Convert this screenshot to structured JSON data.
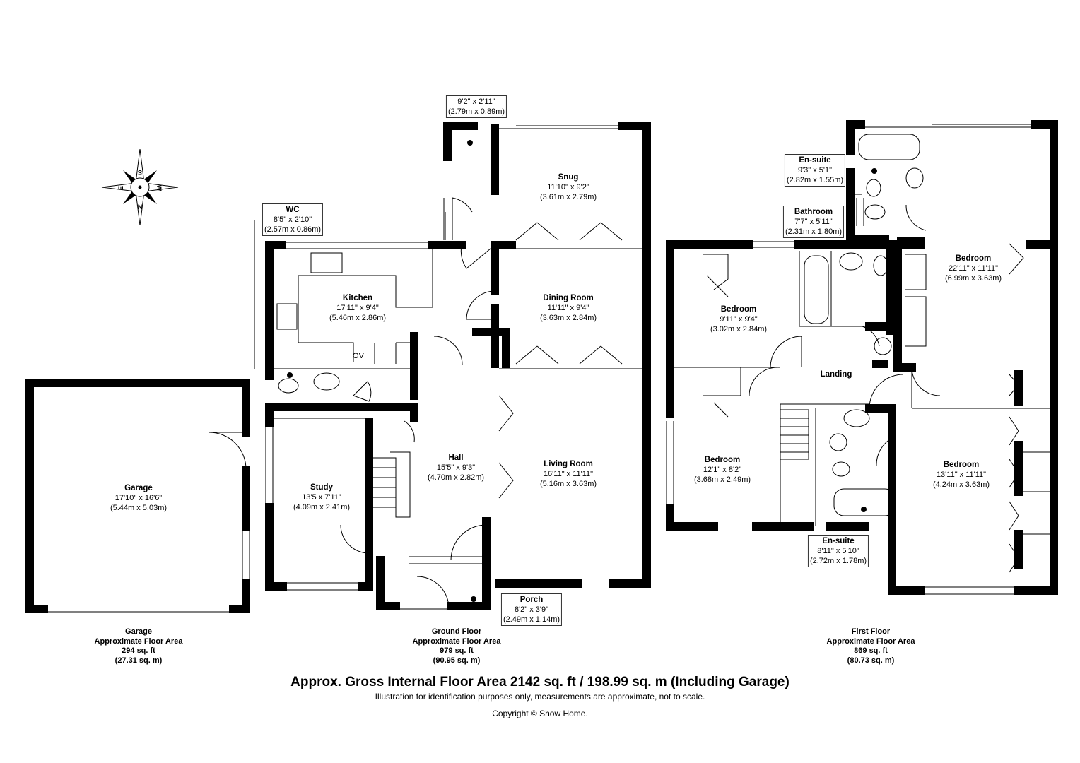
{
  "rooms": {
    "snug": {
      "name": "Snug",
      "dims": "11'10\" x 9'2\"",
      "metric": "(3.61m x 2.79m)"
    },
    "dining": {
      "name": "Dining Room",
      "dims": "11'11\" x 9'4\"",
      "metric": "(3.63m x 2.84m)"
    },
    "kitchen": {
      "name": "Kitchen",
      "dims": "17'11\" x 9'4\"",
      "metric": "(5.46m x 2.86m)"
    },
    "hall": {
      "name": "Hall",
      "dims": "15'5\" x 9'3\"",
      "metric": "(4.70m x 2.82m)"
    },
    "living": {
      "name": "Living Room",
      "dims": "16'11\" x 11'11\"",
      "metric": "(5.16m x 3.63m)"
    },
    "study": {
      "name": "Study",
      "dims": "13'5 x 7'11\"",
      "metric": "(4.09m x 2.41m)"
    },
    "garage": {
      "name": "Garage",
      "dims": "17'10\" x 16'6\"",
      "metric": "(5.44m x 5.03m)"
    },
    "wc": {
      "name": "WC",
      "dims": "8'5\" x 2'10\"",
      "metric": "(2.57m x 0.86m)"
    },
    "cupboard": {
      "dims": "9'2\" x 2'11\"",
      "metric": "(2.79m x 0.89m)"
    },
    "porch": {
      "name": "Porch",
      "dims": "8'2\" x 3'9\"",
      "metric": "(2.49m x 1.14m)"
    },
    "ensuite1": {
      "name": "En-suite",
      "dims": "9'3\" x 5'1\"",
      "metric": "(2.82m x 1.55m)"
    },
    "bathroom": {
      "name": "Bathroom",
      "dims": "7'7\" x 5'11\"",
      "metric": "(2.31m x 1.80m)"
    },
    "bed1": {
      "name": "Bedroom",
      "dims": "22'11\" x 11'11\"",
      "metric": "(6.99m x 3.63m)"
    },
    "bed2": {
      "name": "Bedroom",
      "dims": "9'11\" x 9'4\"",
      "metric": "(3.02m x 2.84m)"
    },
    "landing": {
      "name": "Landing"
    },
    "bed3": {
      "name": "Bedroom",
      "dims": "12'1\" x 8'2\"",
      "metric": "(3.68m x 2.49m)"
    },
    "bed4": {
      "name": "Bedroom",
      "dims": "13'11\" x 11'11\"",
      "metric": "(4.24m x 3.63m)"
    },
    "ensuite2": {
      "name": "En-suite",
      "dims": "8'11\" x 5'10\"",
      "metric": "(2.72m x 1.78m)"
    }
  },
  "oven_label": "OV",
  "compass": {
    "n": "N",
    "s": "S",
    "e": "E",
    "w": "W"
  },
  "floors": {
    "garage": {
      "line1": "Garage",
      "line2": "Approximate Floor Area",
      "line3": "294 sq. ft",
      "line4": "(27.31 sq. m)"
    },
    "ground": {
      "line1": "Ground Floor",
      "line2": "Approximate Floor Area",
      "line3": "979 sq. ft",
      "line4": "(90.95 sq. m)"
    },
    "first": {
      "line1": "First Floor",
      "line2": "Approximate Floor Area",
      "line3": "869 sq. ft",
      "line4": "(80.73 sq. m)"
    }
  },
  "footer": {
    "gross": "Approx. Gross Internal Floor Area 2142 sq. ft / 198.99 sq. m (Including Garage)",
    "disclaimer": "Illustration for identification purposes only, measurements are approximate, not to scale.",
    "copyright": "Copyright © Show Home."
  }
}
